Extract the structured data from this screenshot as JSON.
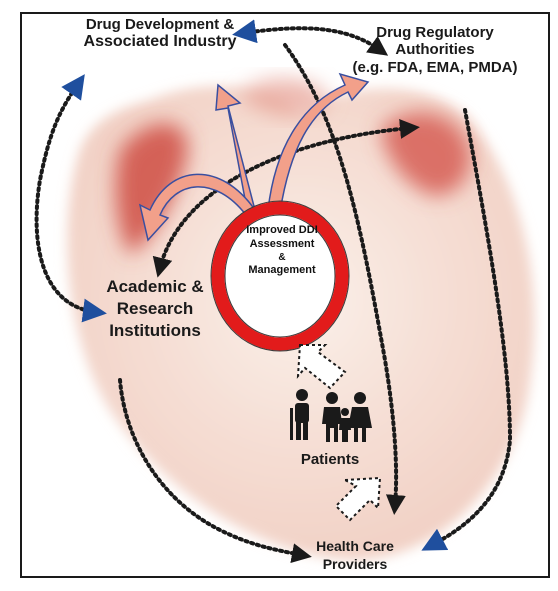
{
  "nodes": {
    "drug_development": {
      "line1": "Drug Development &",
      "line2": "Associated Industry"
    },
    "regulatory": {
      "line1": "Drug Regulatory",
      "line2": "Authorities",
      "line3": "(e.g. FDA, EMA, PMDA)"
    },
    "academic": {
      "line1": "Academic &",
      "line2": "Research",
      "line3": "Institutions"
    },
    "core": {
      "line1": "Improved DDI",
      "line2": "Assessment",
      "line3": "&",
      "line4": "Management"
    },
    "patients": {
      "label": "Patients"
    },
    "providers": {
      "line1": "Health Care",
      "line2": "Providers"
    }
  },
  "colors": {
    "ring": "#e21b1b",
    "arrow_fill_salmon": "#f2a08a",
    "arrow_outline_blue": "#2f4f9e",
    "dotted": "#1a1a1a",
    "arrowhead_blue": "#1f4f9e",
    "heart_tissue": "#f3d9cf",
    "heart_red": "#d9564b"
  },
  "icons": [
    "elderly-person-icon",
    "family-icon"
  ]
}
